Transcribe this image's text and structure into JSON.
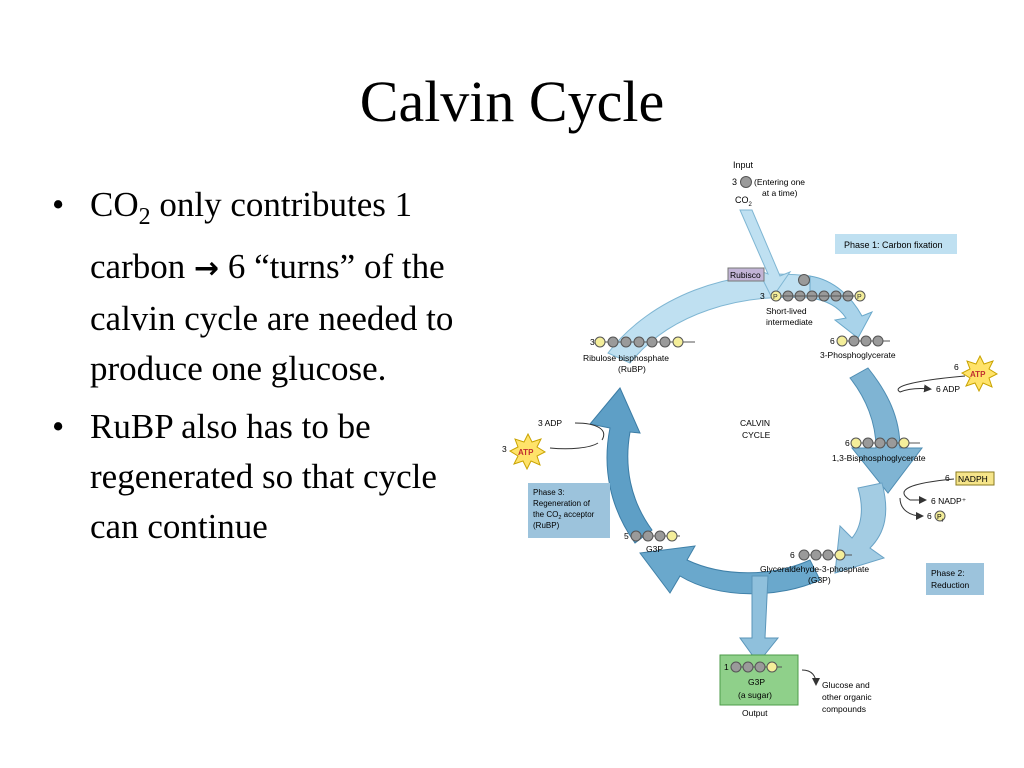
{
  "title": "Calvin Cycle",
  "bullets": [
    {
      "pre": "CO",
      "sub": "2",
      "post": " only contributes 1 carbon ",
      "arrow": "→",
      "rest": " 6 “turns” of the calvin cycle are needed to produce one glucose."
    },
    {
      "text": "RuBP also has to be regenerated so that cycle can continue"
    }
  ],
  "diagram": {
    "input": {
      "heading": "Input",
      "count": "3",
      "note_line1": "(Entering one",
      "note_line2": "at a time)",
      "co2": "CO",
      "co2_sub": "2"
    },
    "rubisco": "Rubisco",
    "phase1": "Phase 1: Carbon fixation",
    "intermediate": {
      "count": "3",
      "p": "P",
      "line1": "Short-lived",
      "line2": "intermediate"
    },
    "pga": {
      "count": "6",
      "label": "3-Phosphoglycerate"
    },
    "atp_right": {
      "count": "6",
      "label": "ATP",
      "adp": "6 ADP"
    },
    "center": {
      "line1": "CALVIN",
      "line2": "CYCLE"
    },
    "bpg": {
      "count": "6",
      "label": "1,3-Bisphosphoglycerate"
    },
    "nadph": {
      "count": "6",
      "label": "NADPH",
      "nadp": "6 NADP⁺",
      "pi_count": "6",
      "pi": "P",
      "pi_sub": "i"
    },
    "phase2": {
      "line1": "Phase 2:",
      "line2": "Reduction"
    },
    "g3p": {
      "count": "6",
      "line1": "Glyceraldehyde-3-phosphate",
      "line2": "(G3P)"
    },
    "rubp": {
      "count": "3",
      "line1": "Ribulose bisphosphate",
      "line2": "(RuBP)"
    },
    "atp_left": {
      "count": "3",
      "label": "ATP",
      "adp": "3 ADP"
    },
    "phase3": {
      "line1": "Phase 3:",
      "line2": "Regeneration of",
      "line3_pre": "the CO",
      "line3_sub": "2",
      "line3_post": " acceptor",
      "line4": "(RuBP)"
    },
    "g3p_regen": {
      "count": "5",
      "label": "G3P"
    },
    "output": {
      "count": "1",
      "line1": "G3P",
      "line2": "(a sugar)",
      "heading": "Output",
      "dest1": "Glucose and",
      "dest2": "other organic",
      "dest3": "compounds"
    }
  }
}
